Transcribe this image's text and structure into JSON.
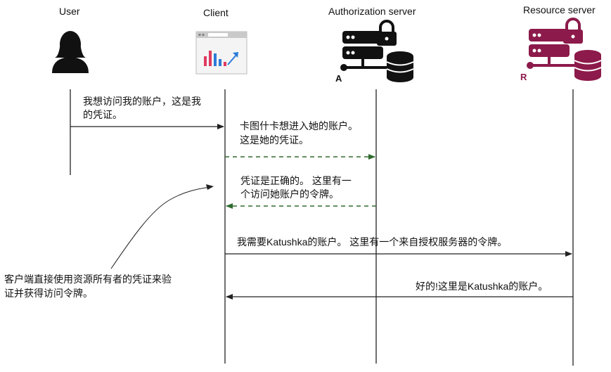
{
  "actors": {
    "user": "User",
    "client": "Client",
    "auth": "Authorization server",
    "resource": "Resource server",
    "auth_mark": "A",
    "resource_mark": "R"
  },
  "messages": {
    "m1_line1": "我想访问我的账户，这是我",
    "m1_line2": "的凭证。",
    "m2_line1": "卡图什卡想进入她的账户。",
    "m2_line2": "这是她的凭证。",
    "m3_line1": "凭证是正确的。 这里有一",
    "m3_line2": "个访问她账户的令牌。",
    "m4": "我需要Katushka的账户。 这里有一个来自授权服务器的令牌。",
    "m5": "好的!这里是Katushka的账户。"
  },
  "note": {
    "line1": "客户端直接使用资源所有者的凭证来验",
    "line2": "证并获得访问令牌。"
  },
  "colors": {
    "resource": "#8c1a4a",
    "dashed_arrow": "#2e6b2e",
    "line": "#222222"
  }
}
